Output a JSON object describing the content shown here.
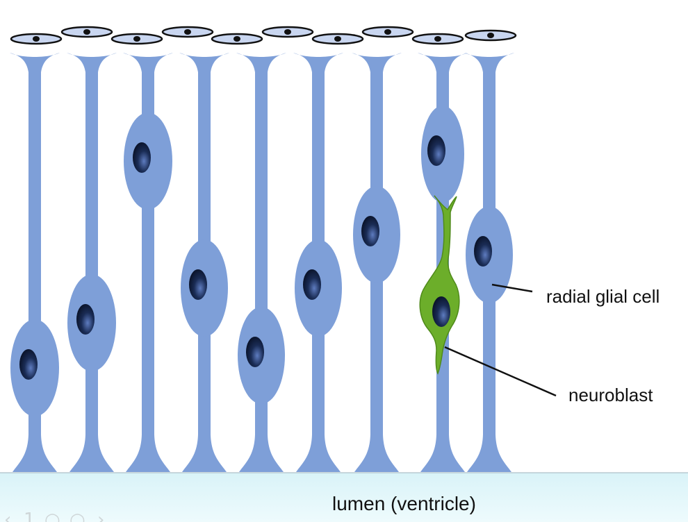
{
  "labels": {
    "radial_glial_cell": "radial glial cell",
    "neuroblast": "neuroblast",
    "lumen": "lumen (ventricle)"
  },
  "colors": {
    "glial_cell": "#7e9fd8",
    "neuroblast": "#6cae2a",
    "nucleus": "#0b1630",
    "lumen": "#e6f8fb",
    "pia_cell": "#c9d6f0",
    "leader_line": "#111111"
  },
  "icons": {
    "prev": "chevron-left-icon",
    "search": "circle-icon",
    "next": "chevron-right-icon"
  }
}
